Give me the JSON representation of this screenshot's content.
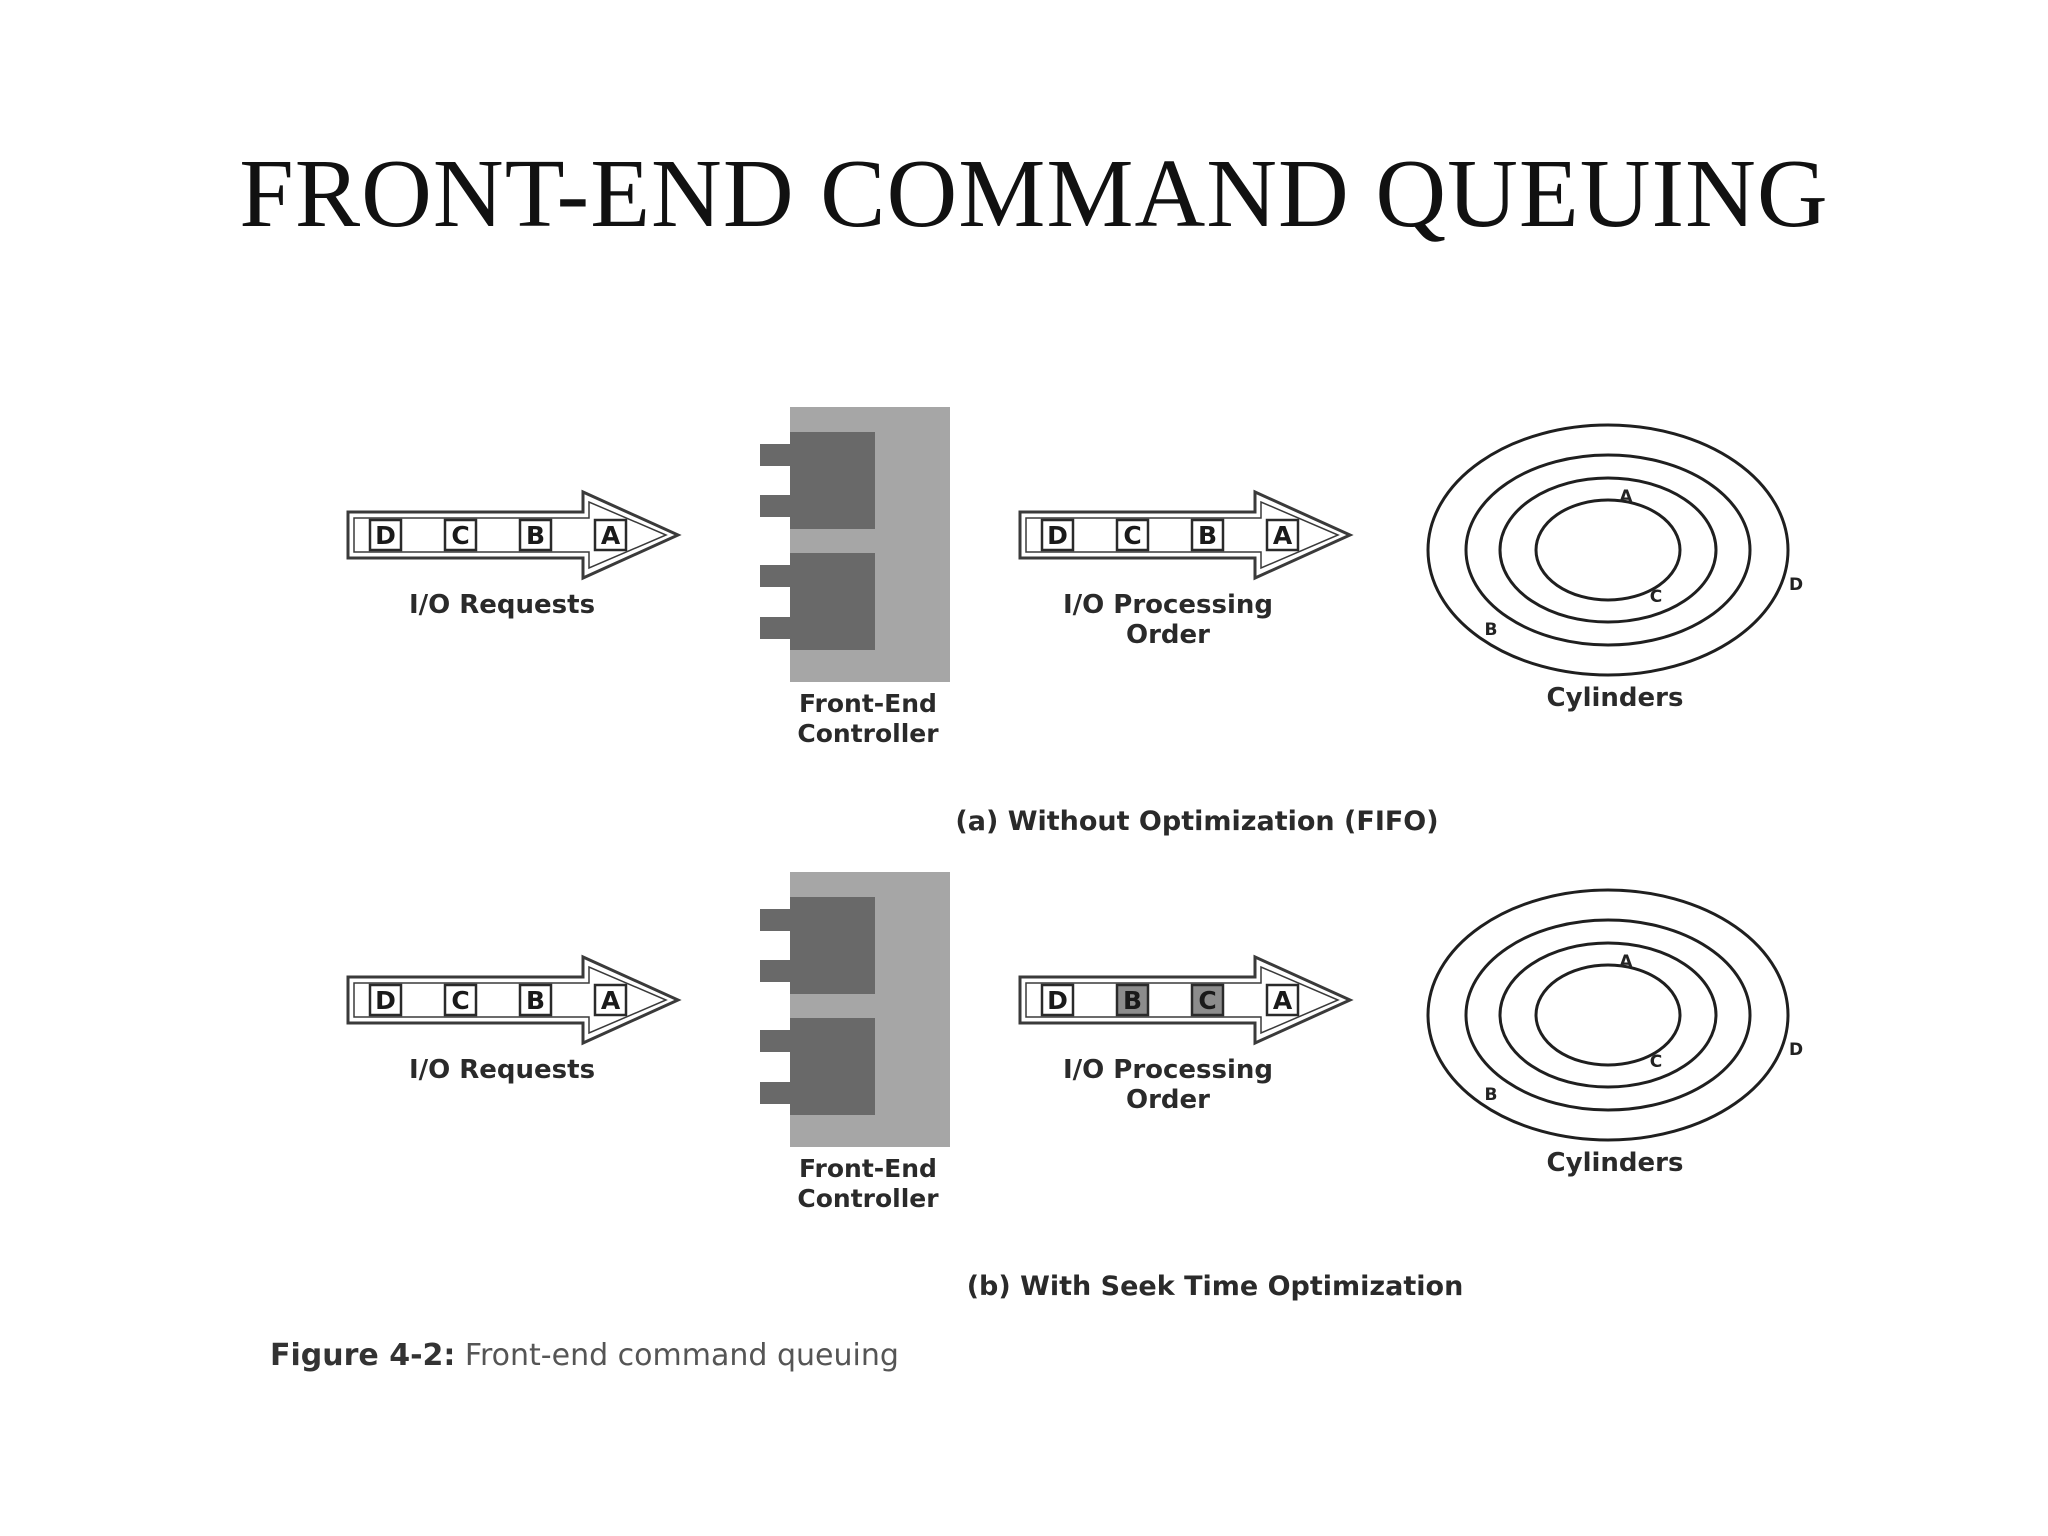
{
  "title": "FRONT-END COMMAND QUEUING",
  "panels": [
    {
      "requests_label": "I/O Requests",
      "requests": [
        "D",
        "C",
        "B",
        "A"
      ],
      "controller_label": [
        "Front-End",
        "Controller"
      ],
      "processing_label": [
        "I/O Processing",
        "Order"
      ],
      "processing_order": [
        "D",
        "C",
        "B",
        "A"
      ],
      "processing_highlight": [
        false,
        false,
        false,
        false
      ],
      "cylinders_label": "Cylinders",
      "cylinder_points": [
        "A",
        "C",
        "D",
        "B"
      ],
      "caption": "(a) Without Optimization (FIFO)"
    },
    {
      "requests_label": "I/O Requests",
      "requests": [
        "D",
        "C",
        "B",
        "A"
      ],
      "controller_label": [
        "Front-End",
        "Controller"
      ],
      "processing_label": [
        "I/O Processing",
        "Order"
      ],
      "processing_order": [
        "D",
        "B",
        "C",
        "A"
      ],
      "processing_highlight": [
        false,
        true,
        true,
        false
      ],
      "cylinders_label": "Cylinders",
      "cylinder_points": [
        "A",
        "C",
        "D",
        "B"
      ],
      "caption": "(b) With Seek Time Optimization"
    }
  ],
  "figure_caption": {
    "number": "Figure 4-2:",
    "text": " Front-end command queuing"
  },
  "colors": {
    "controller_outer": "#a6a6a6",
    "controller_block": "#696969",
    "highlight_box": "#8c8c8c"
  }
}
